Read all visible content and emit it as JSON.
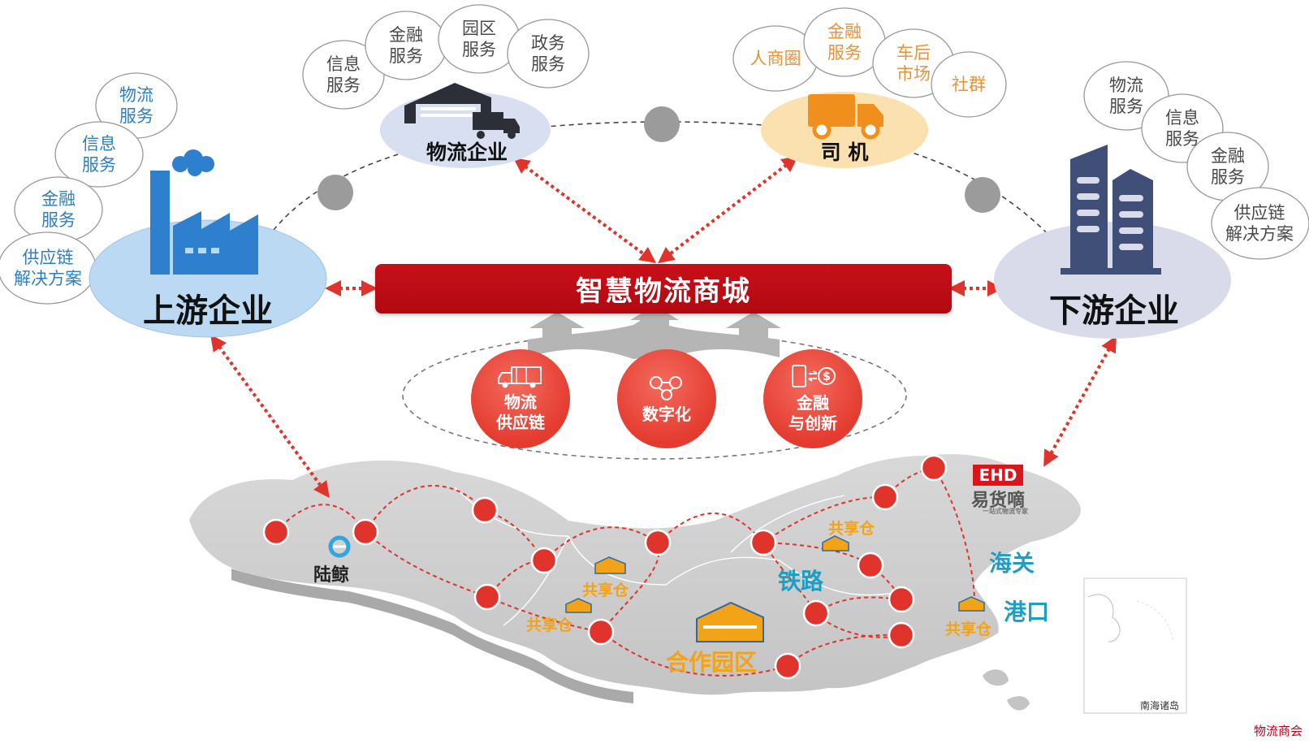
{
  "center": {
    "title": "智慧物流商城"
  },
  "upstream": {
    "label": "上游企业",
    "services": [
      "物流\n服务",
      "信息\n服务",
      "金融\n服务",
      "供应链\n解决方案"
    ]
  },
  "logistics": {
    "label": "物流企业",
    "services": [
      "信息\n服务",
      "金融\n服务",
      "园区\n服务",
      "政务\n服务"
    ]
  },
  "driver": {
    "label": "司 机",
    "services": [
      "人商圈",
      "金融\n服务",
      "车后\n市场",
      "社群"
    ]
  },
  "downstream": {
    "label": "下游企业",
    "services": [
      "物流\n服务",
      "信息\n服务",
      "金融\n服务",
      "供应链\n解决方案"
    ]
  },
  "pillars": [
    {
      "label": "物流\n供应链",
      "icon": "truck-icon"
    },
    {
      "label": "数字化",
      "icon": "network-icon"
    },
    {
      "label": "金融\n与创新",
      "icon": "finance-icon"
    }
  ],
  "map_labels": {
    "shared_warehouse": "共享仓",
    "park": "合作园区",
    "railway": "铁路",
    "customs": "海关",
    "port": "港口",
    "luqing": "陆鲸",
    "ehd_logo": "EHD",
    "ehd_name": "易货嘀",
    "ehd_sub": "一站式物流专家",
    "islands": "南海诸岛"
  },
  "footer": "物流商会",
  "colors": {
    "red": "#c8101a",
    "blue": "#2e7fc1",
    "orange": "#f3a317",
    "teal": "#1f9ec4"
  }
}
